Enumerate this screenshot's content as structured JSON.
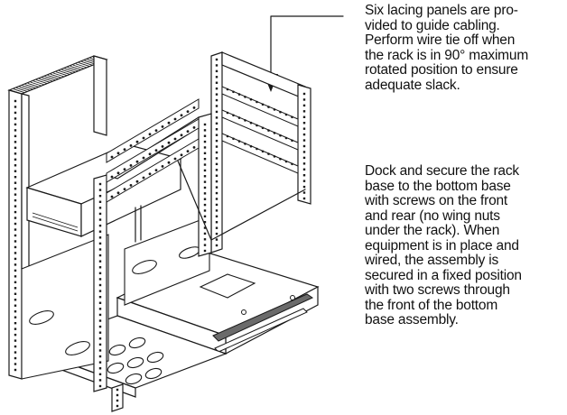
{
  "callouts": {
    "top_lines": [
      "Six lacing panels are pro-",
      "vided to guide cabling.",
      "Perform wire tie off when",
      "the rack is in 90° maximum",
      "rotated position to ensure",
      "adequate slack."
    ],
    "bottom_lines": [
      "Dock and secure the rack",
      "base to the bottom base",
      "with screws on the front",
      "and rear (no wing nuts",
      "under the rack). When",
      "equipment is in place and",
      "wired, the assembly is",
      "secured in a fixed position",
      "with two screws through",
      "the front of the bottom",
      "base assembly."
    ]
  }
}
